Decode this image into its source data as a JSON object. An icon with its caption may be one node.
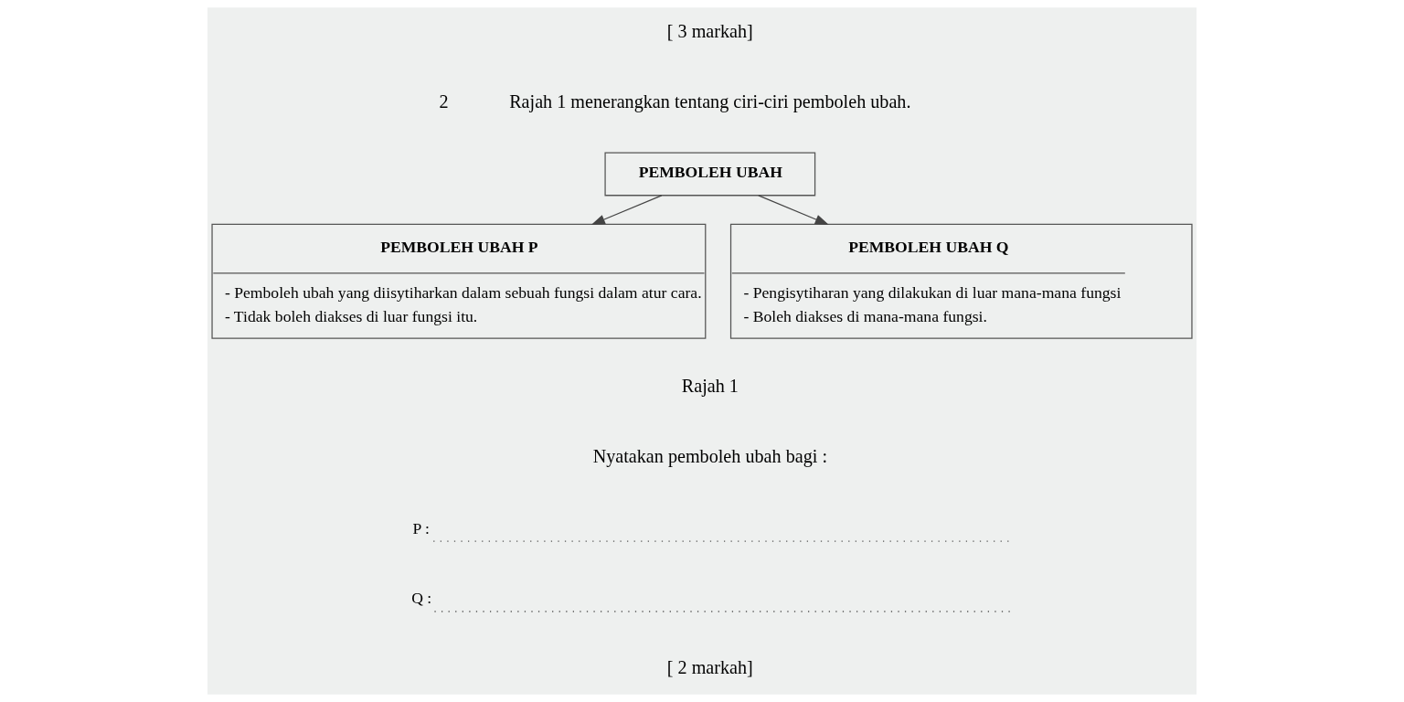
{
  "diagram": {
    "nodes": [
      {
        "text": [
          "PEMBOLEH UBAH"
        ]
      },
      {
        "text": [
          "PEMBOLEH UBAH P",
          "- Pemboleh ubah yang diisytiharkan dalam sebuah fungsi dalam atur cara.",
          "- Tidak boleh diakses di luar fungsi itu."
        ]
      },
      {
        "text": [
          "PEMBOLEH UBAH Q",
          "- Pengisytiharan yang dilakukan di luar mana-mana fungsi",
          "- Boleh diakses di mana-mana fungsi."
        ]
      }
    ],
    "edges": [
      {
        "from": 0,
        "to": 1,
        "arrow": "to"
      },
      {
        "from": 0,
        "to": 2,
        "arrow": "to"
      }
    ],
    "labels": [
      "[ 3 markah]",
      "2",
      "Rajah 1 menerangkan tentang ciri-ciri pemboleh ubah.",
      "Rajah 1",
      "Nyatakan pemboleh ubah bagi :",
      "P :",
      "Q :",
      "[ 2 markah]"
    ]
  }
}
